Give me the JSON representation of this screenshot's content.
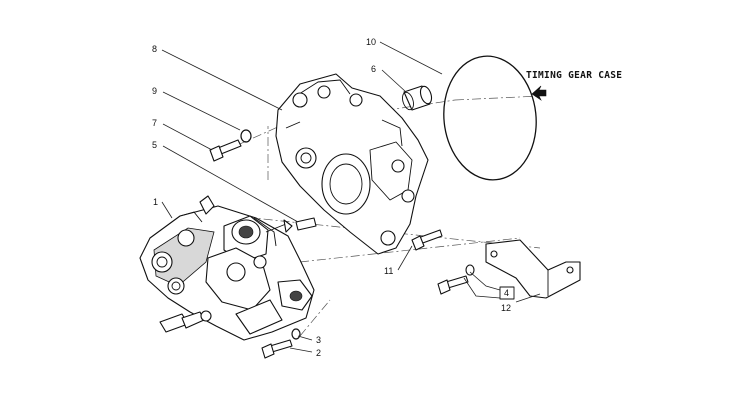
{
  "diagram": {
    "annotation": "TIMING GEAR CASE",
    "callouts": {
      "c1": "1",
      "c2": "2",
      "c3": "3",
      "c4": "4",
      "c5": "5",
      "c6": "6",
      "c7": "7",
      "c8": "8",
      "c9": "9",
      "c10": "10",
      "c11": "11",
      "c12": "12"
    }
  }
}
